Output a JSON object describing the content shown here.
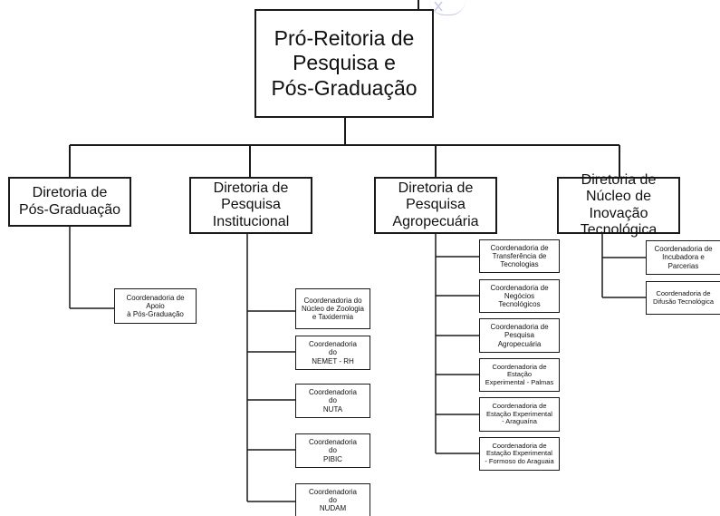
{
  "root": {
    "lines": [
      "Pró-Reitoria de",
      "Pesquisa e",
      "Pós-Graduação"
    ]
  },
  "directorates": [
    {
      "lines": [
        "Diretoria de",
        "Pós-Graduação"
      ],
      "units": [
        {
          "lines": [
            "Coordenadoria de",
            "Apoio",
            "à Pós-Graduação"
          ]
        }
      ]
    },
    {
      "lines": [
        "Diretoria de",
        "Pesquisa",
        "Institucional"
      ],
      "units": [
        {
          "lines": [
            "Coordenadoria do",
            "Núcleo de Zoologia",
            "e Taxidermia"
          ]
        },
        {
          "lines": [
            "Coordenadoria",
            "do",
            "NEMET - RH"
          ]
        },
        {
          "lines": [
            "Coordenadoria",
            "do",
            "NUTA"
          ]
        },
        {
          "lines": [
            "Coordenadoria",
            "do",
            "PIBIC"
          ]
        },
        {
          "lines": [
            "Coordenadoria",
            "do",
            "NUDAM"
          ]
        }
      ]
    },
    {
      "lines": [
        "Diretoria de",
        "Pesquisa",
        "Agropecuária"
      ],
      "units": [
        {
          "lines": [
            "Coordenadoria de",
            "Transferência de",
            "Tecnologias"
          ]
        },
        {
          "lines": [
            "Coordenadoria de",
            "Negócios",
            "Tecnológicos"
          ]
        },
        {
          "lines": [
            "Coordenadoria de",
            "Pesquisa",
            "Agropecuária"
          ]
        },
        {
          "lines": [
            "Coordenadoria de",
            "Estação",
            "Experimental - Palmas"
          ]
        },
        {
          "lines": [
            "Coordenadoria de",
            "Estação Experimental",
            "- Araguaína"
          ]
        },
        {
          "lines": [
            "Coordenadoria de",
            "Estação Experimental",
            "- Formoso do Araguaia"
          ]
        }
      ]
    },
    {
      "lines": [
        "Diretoria de",
        "Núcleo de Inovação",
        "Tecnológica"
      ],
      "units": [
        {
          "lines": [
            "Coordenadoria de",
            "Incubadora e",
            "Parcerias"
          ]
        },
        {
          "lines": [
            "Coordenadoria de",
            "Difusão Tecnológica"
          ]
        }
      ]
    }
  ]
}
